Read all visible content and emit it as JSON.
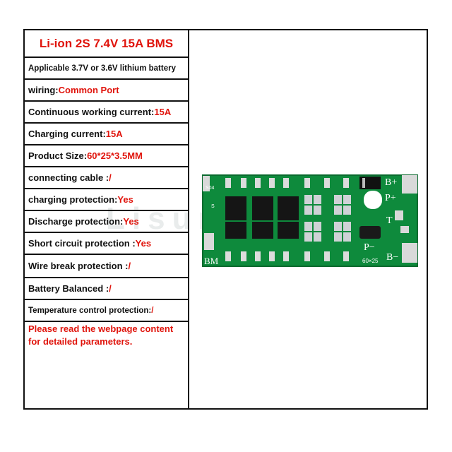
{
  "title": "Li-ion 2S 7.4V 15A BMS",
  "applicable": "Applicable 3.7V or 3.6V lithium battery",
  "rows": [
    {
      "label": "wiring:",
      "value": "Common Port"
    },
    {
      "label": "Continuous working current:",
      "value": "15A"
    },
    {
      "label": "Charging current:",
      "value": "15A"
    },
    {
      "label": "Product Size:",
      "value": "60*25*3.5MM"
    },
    {
      "label": "connecting cable :",
      "value": "/"
    },
    {
      "label": "charging protection: ",
      "value": "Yes"
    },
    {
      "label": "Discharge protection: ",
      "value": "Yes"
    },
    {
      "label": "Short circuit protection :",
      "value": "Yes"
    },
    {
      "label": "Wire break protection :",
      "value": "/"
    },
    {
      "label": "Battery Balanced :",
      "value": "/"
    },
    {
      "label": "Temperature control protection:",
      "value": "/"
    }
  ],
  "note": "Please read the webpage content for detailed parameters.",
  "board": {
    "label_bplus": "B+",
    "label_pplus": "P+",
    "label_t": "T",
    "label_pminus": "P−",
    "label_bminus": "B−",
    "label_bm": "BM",
    "label_size": "60×25",
    "label_s": "S",
    "label_s04": "S04",
    "board_color": "#0e8a3c",
    "pad_color": "#d9d9d9"
  },
  "watermark": "Lisunco"
}
